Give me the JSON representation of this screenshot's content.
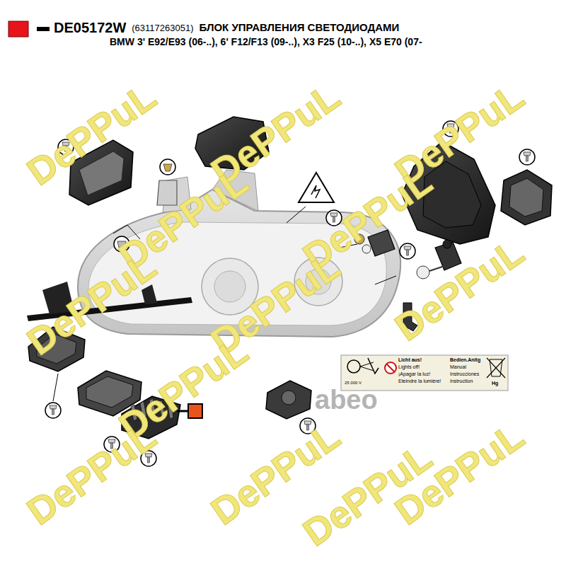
{
  "diagram": {
    "title": "DE05172W",
    "labels": [
      "(63117263051)",
      "БЛОК УПРАВЛЕНИЯ СВЕТОДИОДАМИ",
      "BMW 3' E92/E93 (06-..), 6' F12/F13 (09-..), X3 F25 (10-..), X5 E70 (07-",
      "25 000 V",
      "Licht aus!",
      "Lights off!",
      "¡Apagar la luz!",
      "Eteindre la lumière!",
      "Bedien.Anltg",
      "Manual",
      "Instrucciones",
      "Instruction",
      "Hg",
      "abeo",
      "DePPuL",
      "DePPuL",
      "DePPuL",
      "DePPuL",
      "DePPuL",
      "DePPuL",
      "DePPuL",
      "DePPuL",
      "DePPuL",
      "DePPuL",
      "DePPuL",
      "DePPuL",
      "DePPuL"
    ]
  }
}
